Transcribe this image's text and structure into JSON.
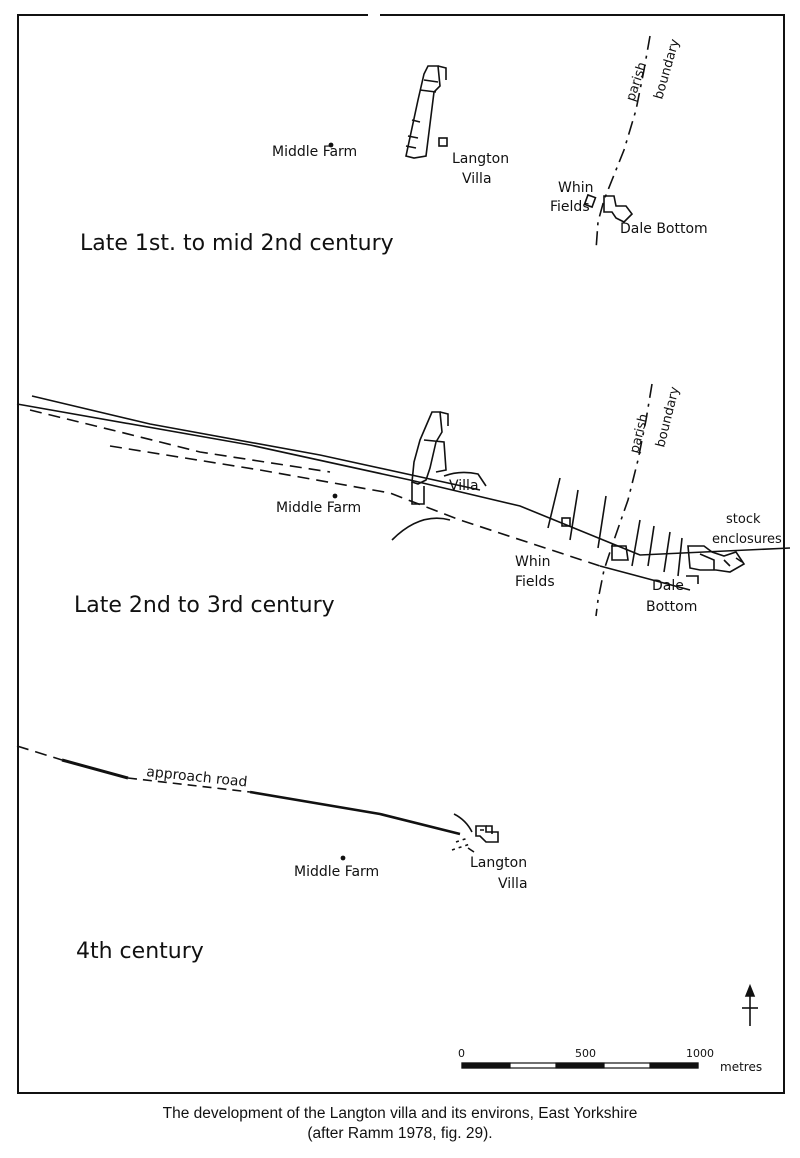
{
  "panels": [
    {
      "title": "Late 1st. to mid 2nd century",
      "labels": {
        "middle_farm": "Middle Farm",
        "langton_villa_1": "Langton",
        "langton_villa_2": "Villa",
        "whin_fields_1": "Whin",
        "whin_fields_2": "Fields",
        "dale_bottom": "Dale Bottom",
        "parish_1": "parish",
        "parish_2": "boundary"
      }
    },
    {
      "title": "Late 2nd to 3rd century",
      "labels": {
        "middle_farm": "Middle Farm",
        "villa": "Villa",
        "whin_fields_1": "Whin",
        "whin_fields_2": "Fields",
        "dale_bottom_1": "Dale",
        "dale_bottom_2": "Bottom",
        "stock_1": "stock",
        "stock_2": "enclosures",
        "parish_1": "parish",
        "parish_2": "boundary"
      }
    },
    {
      "title": "4th century",
      "labels": {
        "middle_farm": "Middle Farm",
        "approach_road": "approach road",
        "langton_villa_1": "Langton",
        "langton_villa_2": "Villa"
      }
    }
  ],
  "scale_bar": {
    "ticks": [
      "0",
      "500",
      "1000"
    ],
    "unit": "metres"
  },
  "caption": {
    "line1": "The development of the Langton villa and its environs, East Yorkshire",
    "line2": "(after Ramm 1978, fig. 29)."
  }
}
